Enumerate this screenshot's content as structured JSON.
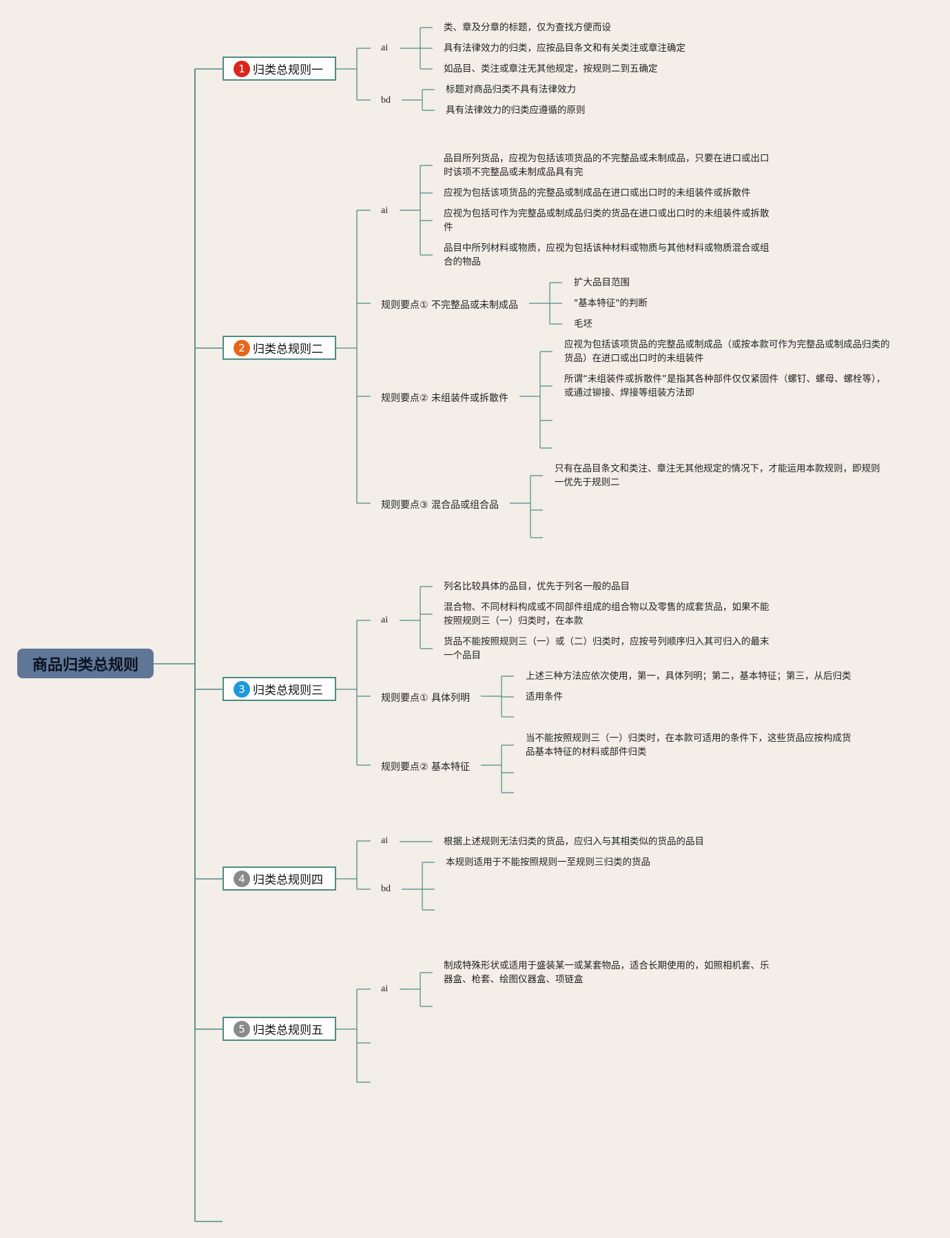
{
  "root": {
    "label": "商品归类总规则"
  },
  "rules": [
    {
      "number": "1",
      "label": "归类总规则一",
      "color": "#d8261c"
    },
    {
      "number": "2",
      "label": "归类总规则二",
      "color": "#e3671c"
    },
    {
      "number": "3",
      "label": "归类总规则三",
      "color": "#1d98d8"
    },
    {
      "number": "4",
      "label": "归类总规则四",
      "color": "#8a8a8a"
    },
    {
      "number": "5",
      "label": "归类总规则五",
      "color": "#8a8a8a"
    }
  ],
  "nodes": {
    "r1_ai": "ai",
    "r1_bd": "bd",
    "r2_ai": "ai",
    "r2_p1": "规则要点① 不完整品或未制成品",
    "r2_p2": "规则要点② 未组装件或拆散件",
    "r2_p3": "规则要点③ 混合品或组合品",
    "r3_ai": "ai",
    "r3_p1": "规则要点① 具体列明",
    "r3_p2": "规则要点② 基本特征",
    "r4_ai": "ai",
    "r4_bd": "bd",
    "r5_ai": "ai"
  },
  "leaves": {
    "r1_ai_1": "类、章及分章的标题，仅为查找方便而设",
    "r1_ai_2": "具有法律效力的归类，应按品目条文和有关类注或章注确定",
    "r1_ai_3": "如品目、类注或章注无其他规定，按规则二到五确定",
    "r1_bd_1": "标题对商品归类不具有法律效力",
    "r1_bd_2": "具有法律效力的归类应遵循的原则",
    "r2_ai_1a": "品目所列货品，应视为包括该项货品的不完整品或未制成品，只要在进口或出口",
    "r2_ai_1b": "时该项不完整品或未制成品具有完",
    "r2_ai_2": "应视为包括该项货品的完整品或制成品在进口或出口时的未组装件或拆散件",
    "r2_ai_3a": "应视为包括可作为完整品或制成品归类的货品在进口或出口时的未组装件或拆散",
    "r2_ai_3b": "件",
    "r2_ai_4a": "品目中所列材料或物质，应视为包括该种材料或物质与其他材料或物质混合或组",
    "r2_ai_4b": "合的物品",
    "r2_p1_1": "扩大品目范围",
    "r2_p1_2": "\"基本特征\"的判断",
    "r2_p1_3": "毛坯",
    "r2_p2_1a": "应视为包括该项货品的完整品或制成品（或按本款可作为完整品或制成品归类的",
    "r2_p2_1b": "货品）在进口或出口时的未组装件",
    "r2_p2_2a": "所谓“未组装件或拆散件”是指其各种部件仅仅紧固件（螺钉、螺母、螺栓等），",
    "r2_p2_2b": "或通过铆接、焊接等组装方法即",
    "r2_p3_1a": "只有在品目条文和类注、章注无其他规定的情况下，才能运用本款规则，即规则",
    "r2_p3_1b": "一优先于规则二",
    "r3_ai_1": "列名比较具体的品目，优先于列名一般的品目",
    "r3_ai_2a": "混合物、不同材料构成或不同部件组成的组合物以及零售的成套货品，如果不能",
    "r3_ai_2b": "按照规则三（一）归类时，在本款",
    "r3_ai_3a": "货品不能按照规则三（一）或（二）归类时，应按号列顺序归入其可归入的最末",
    "r3_ai_3b": "一个品目",
    "r3_p1_1": "上述三种方法应依次使用，第一，具体列明；第二，基本特征；第三，从后归类",
    "r3_p1_2": "适用条件",
    "r3_p2_1a": "当不能按照规则三（一）归类时，在本款可适用的条件下，这些货品应按构成货",
    "r3_p2_1b": "品基本特征的材料或部件归类",
    "r4_ai_1": "根据上述规则无法归类的货品，应归入与其相类似的货品的品目",
    "r4_bd_1": "本规则适用于不能按照规则一至规则三归类的货品",
    "r5_ai_1a": "制成特殊形状或适用于盛装某一或某套物品，适合长期使用的，如照相机套、乐",
    "r5_ai_1b": "器盒、枪套、绘图仪器盒、项链盒"
  },
  "colors": {
    "line": "#4f8a84",
    "background": "#f3eee8",
    "root": "#5f7696"
  }
}
